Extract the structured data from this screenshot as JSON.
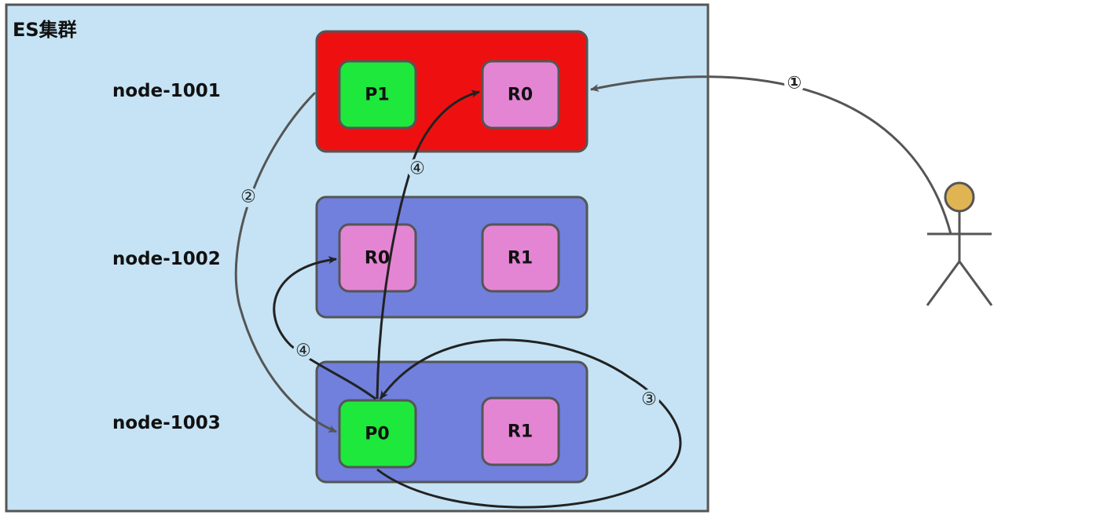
{
  "cluster": {
    "title": "ES集群"
  },
  "nodes": [
    {
      "label": "node-1001",
      "shards": [
        "P1",
        "R0"
      ]
    },
    {
      "label": "node-1002",
      "shards": [
        "R0",
        "R1"
      ]
    },
    {
      "label": "node-1003",
      "shards": [
        "P0",
        "R1"
      ]
    }
  ],
  "steps": {
    "one": "①",
    "two": "②",
    "three": "③",
    "four_a": "④",
    "four_b": "④"
  },
  "colors": {
    "cluster_bg": "#c5e3f4",
    "node_coordinator": "#ee1010",
    "node_default": "#7080dc",
    "primary_shard": "#1ee83c",
    "replica_shard": "#e485d4",
    "actor_head": "#e0b453"
  }
}
